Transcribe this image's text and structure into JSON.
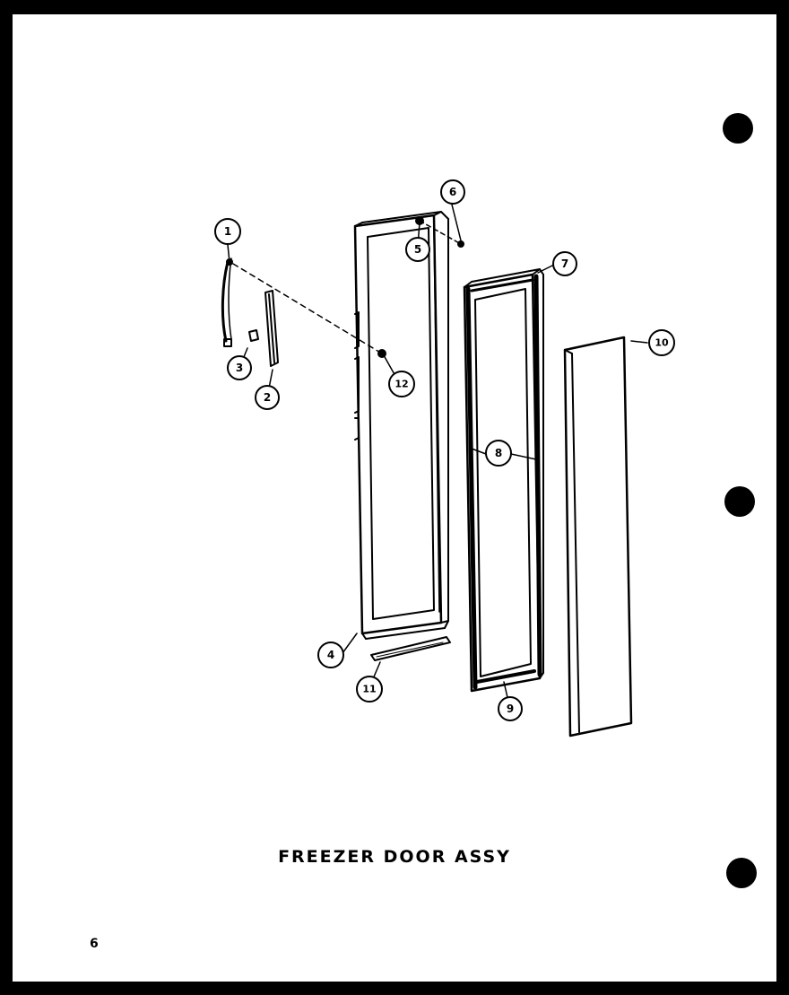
{
  "title": "FREEZER DOOR ASSY",
  "page_number": "6",
  "callouts": {
    "c1": "1",
    "c2": "2",
    "c3": "3",
    "c4": "4",
    "c5": "5",
    "c6": "6",
    "c7": "7",
    "c8": "8",
    "c9": "9",
    "c10": "10",
    "c11": "11",
    "c12": "12"
  }
}
